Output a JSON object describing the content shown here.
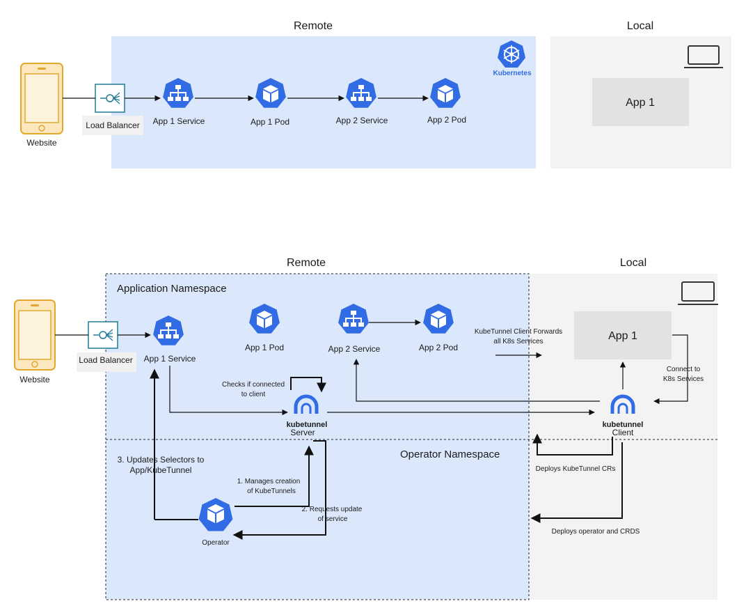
{
  "colors": {
    "remote_bg": "#dbe8fb",
    "local_bg": "#f3f3f3",
    "app_box": "#e2e2e2",
    "k8s_blue": "#326ce5",
    "phone_fill": "#fde7bf",
    "phone_stroke": "#e3a72b",
    "lb_stroke": "#1f7a96",
    "line": "#111111"
  },
  "top": {
    "remote_title": "Remote",
    "local_title": "Local",
    "kubernetes_label": "Kubernetes",
    "website_label": "Website",
    "load_balancer_label": "Load Balancer",
    "app1_service_label": "App 1 Service",
    "app1_pod_label": "App 1 Pod",
    "app2_service_label": "App 2 Service",
    "app2_pod_label": "App 2 Pod",
    "local_app_label": "App 1"
  },
  "bottom": {
    "remote_title": "Remote",
    "local_title": "Local",
    "application_namespace": "Application Namespace",
    "operator_namespace": "Operator Namespace",
    "website_label": "Website",
    "load_balancer_label": "Load Balancer",
    "app1_service_label": "App 1 Service",
    "app1_pod_label": "App 1 Pod",
    "app2_service_label": "App 2 Service",
    "app2_pod_label": "App 2 Pod",
    "local_app_label": "App 1",
    "server_brand": "kubetunnel",
    "server_label": "Server",
    "client_brand": "kubetunnel",
    "client_label": "Client",
    "operator_label": "Operator",
    "checks_line1": "Checks if connected",
    "checks_line2": "to client",
    "forwards_line1": "KubeTunnel Client Forwards",
    "forwards_line2": "all K8s Services",
    "connect_line1": "Connect to",
    "connect_line2": "K8s Services",
    "updates_line1": "3. Updates Selectors to",
    "updates_line2": "App/KubeTunnel",
    "manages_line1": "1. Manages creation",
    "manages_line2": "of KubeTunnels",
    "requests_line1": "2. Requests update",
    "requests_line2": "of service",
    "deploys_crs": "Deploys KubeTunnel CRs",
    "deploys_operator": "Deploys operator and CRDS"
  },
  "icons": {
    "service": "k8s-service-icon",
    "pod": "k8s-pod-icon",
    "kubernetes": "kubernetes-wheel-icon",
    "laptop": "laptop-icon",
    "phone": "mobile-phone-icon",
    "load_balancer": "load-balancer-icon",
    "tunnel": "kubetunnel-arch-icon"
  }
}
